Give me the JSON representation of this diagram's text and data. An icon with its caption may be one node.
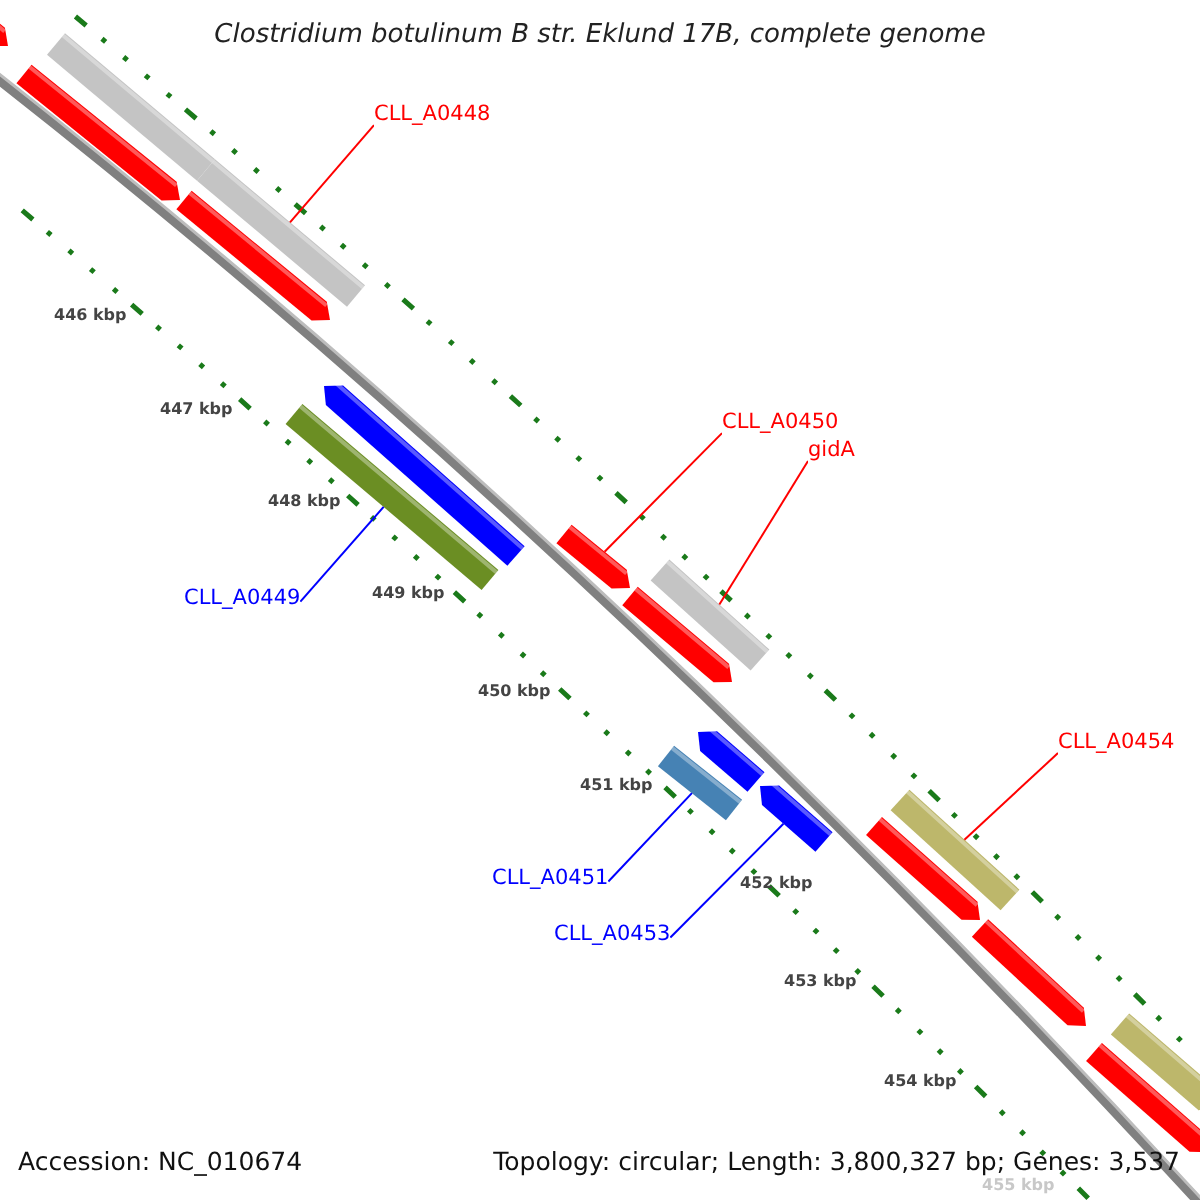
{
  "diagram": {
    "title": "Clostridium botulinum B str. Eklund 17B, complete genome",
    "nodes": [
      {
        "text": [
          "CLL_A0448"
        ]
      },
      {
        "text": [
          "CLL_A0450"
        ]
      },
      {
        "text": [
          "gidA"
        ]
      },
      {
        "text": [
          "CLL_A0449"
        ]
      },
      {
        "text": [
          "CLL_A0454"
        ]
      },
      {
        "text": [
          "CLL_A0451"
        ]
      },
      {
        "text": [
          "CLL_A0453"
        ]
      },
      {
        "text": [],
        "shape": "bar"
      },
      {
        "text": [],
        "shape": "bar"
      },
      {
        "text": [],
        "shape": "bar"
      },
      {
        "text": [],
        "shape": "bar"
      },
      {
        "text": [],
        "shape": "bar"
      },
      {
        "text": [],
        "shape": "bar"
      },
      {
        "text": [],
        "shape": "bar"
      },
      {
        "text": [],
        "shape": "bar"
      },
      {
        "text": [],
        "shape": "bar"
      },
      {
        "text": [],
        "shape": "bar"
      },
      {
        "text": [],
        "shape": "bar"
      },
      {
        "text": [],
        "shape": "bar"
      },
      {
        "text": [],
        "shape": "bar"
      },
      {
        "text": [],
        "shape": "bar"
      },
      {
        "text": [],
        "shape": "bar"
      },
      {
        "text": [],
        "shape": "bar"
      },
      {
        "text": [],
        "shape": "bar"
      },
      {
        "text": [],
        "shape": "bar"
      }
    ],
    "edges": [
      {
        "from": 0,
        "to": 11,
        "arrow": "none"
      },
      {
        "from": 1,
        "to": 14,
        "arrow": "none"
      },
      {
        "from": 2,
        "to": 16,
        "arrow": "none"
      },
      {
        "from": 3,
        "to": 12,
        "arrow": "none",
        "color": "#0000ff"
      },
      {
        "from": 4,
        "to": 21,
        "arrow": "none"
      },
      {
        "from": 5,
        "to": 17,
        "arrow": "none",
        "color": "#0000ff"
      },
      {
        "from": 6,
        "to": 19,
        "arrow": "none",
        "color": "#0000ff"
      }
    ],
    "labels": [
      "446 kbp",
      "447 kbp",
      "448 kbp",
      "449 kbp",
      "450 kbp",
      "451 kbp",
      "452 kbp",
      "453 kbp",
      "454 kbp",
      "455 kbp",
      "Accession: NC_010674",
      "Topology: circular; Length: 3,800,327 bp; Genes: 3,537"
    ]
  }
}
